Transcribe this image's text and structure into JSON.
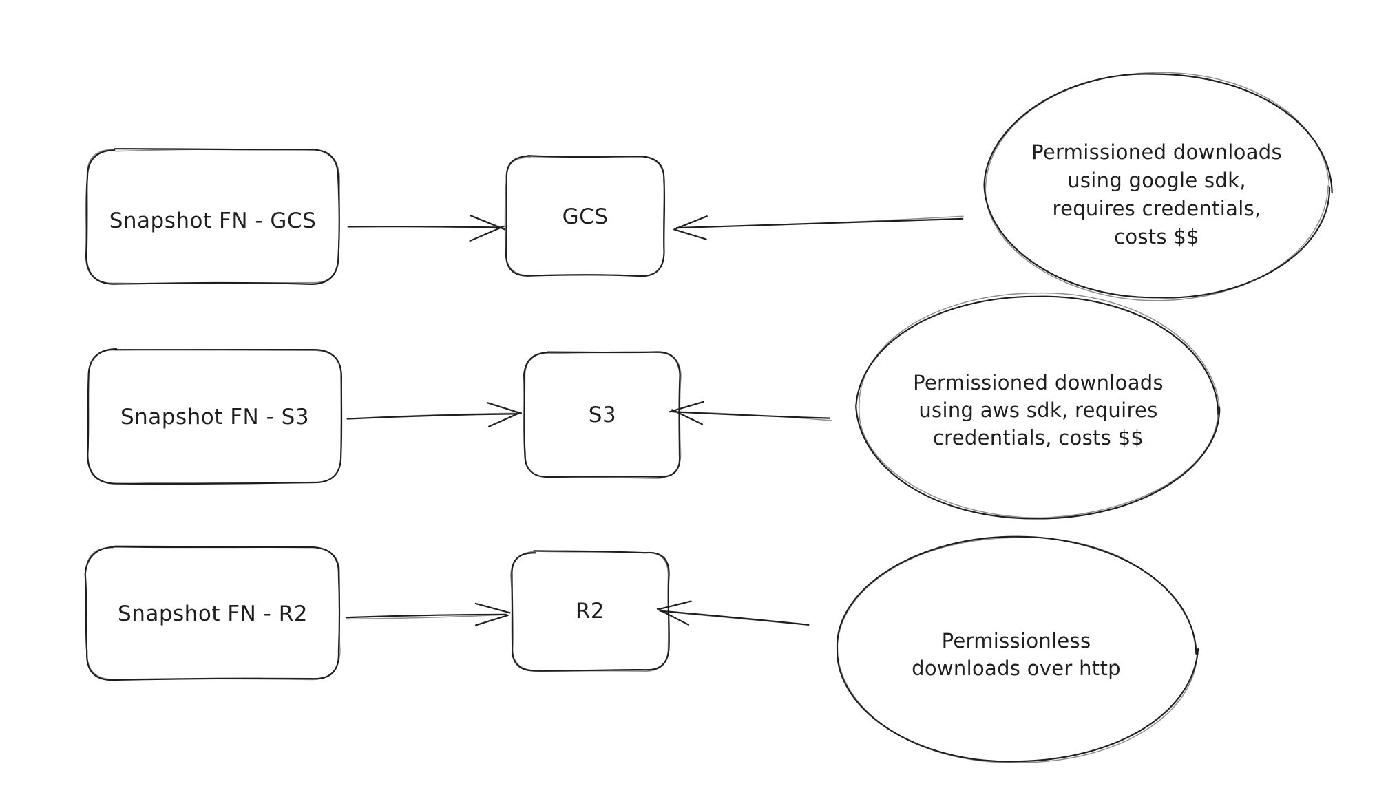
{
  "style": {
    "stroke": "#1e1e1e",
    "background": "#ffffff"
  },
  "nodes": {
    "snapshot_gcs": {
      "label": "Snapshot FN - GCS"
    },
    "gcs": {
      "label": "GCS"
    },
    "snapshot_s3": {
      "label": "Snapshot FN - S3"
    },
    "s3": {
      "label": "S3"
    },
    "snapshot_r2": {
      "label": "Snapshot FN - R2"
    },
    "r2": {
      "label": "R2"
    }
  },
  "notes": {
    "gcs": {
      "lines": [
        "Permissioned downloads",
        "using google sdk,",
        "requires credentials,",
        "costs $$"
      ]
    },
    "s3": {
      "lines": [
        "Permissioned downloads",
        "using aws sdk, requires",
        "credentials, costs $$"
      ]
    },
    "r2": {
      "lines": [
        "Permissionless",
        "downloads over http"
      ]
    }
  },
  "edges": [
    {
      "from": "snapshot_gcs",
      "to": "gcs"
    },
    {
      "from": "note_gcs",
      "to": "gcs"
    },
    {
      "from": "snapshot_s3",
      "to": "s3"
    },
    {
      "from": "note_s3",
      "to": "s3"
    },
    {
      "from": "snapshot_r2",
      "to": "r2"
    },
    {
      "from": "note_r2",
      "to": "r2"
    }
  ]
}
